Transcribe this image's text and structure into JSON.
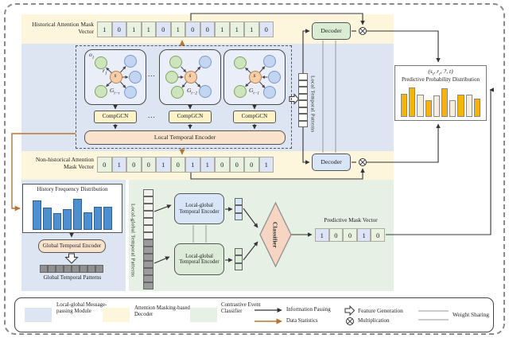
{
  "colors": {
    "region_blue": "#dde5f2",
    "region_yellow": "#fdf5dc",
    "region_green": "#e7f0e5",
    "cell_green": "#e9f1e1",
    "cell_blue": "#dce4f5",
    "node_green": "#cde4bc",
    "node_blue": "#c3d5f1",
    "node_subject": "#f6cfa9",
    "compgcn_fill": "#fdf3c9",
    "encoder_peach": "#fae3cd",
    "decoder_green": "#daecd3",
    "decoder_blue": "#d7e5f6",
    "classifier_fill": "#f7d5c3",
    "bar_blue": "#4e8fd0",
    "bar_orange": "#f6b40a",
    "bar_cream": "#f5eedc",
    "arrow_black": "#333333",
    "arrow_orange": "#b5762f",
    "weight_line": "#999999"
  },
  "historical_mask": {
    "label": "Historical Attention Mask Vector",
    "values": [
      1,
      0,
      1,
      1,
      0,
      1,
      0,
      0,
      1,
      1,
      1,
      0
    ],
    "one_class": "cg",
    "zero_class": "cb"
  },
  "non_historical_mask": {
    "label": "Non-historical Attention Mask Vector",
    "values": [
      0,
      1,
      0,
      0,
      1,
      0,
      1,
      1,
      0,
      0,
      0,
      1
    ],
    "one_class": "cb",
    "zero_class": "cg"
  },
  "predictive_mask": {
    "label": "Predictive Mask Vector",
    "values": [
      1,
      0,
      0,
      1,
      0
    ],
    "one_class": "cb",
    "zero_class": "cg"
  },
  "modules": {
    "decoder_top": "Decoder",
    "decoder_bottom": "Decoder",
    "compgcn": "CompGCN",
    "local_temporal_encoder": "Local Temporal Encoder",
    "local_temporal_patterns": "Local Temporal Patterns",
    "global_temporal_encoder": "Global Temporal Encoder",
    "global_temporal_patterns": "Global Temporal Patterns",
    "local_global_temporal_patterns": "Local-global Temporal Patterns",
    "local_global_temporal_encoder": "Local-global Temporal Encoder",
    "classifier": "Classifier"
  },
  "graphs": {
    "subject": "s",
    "object": "o",
    "object_sub": "1",
    "relation": "r",
    "relation_sub": "1",
    "graph_symbol": "G",
    "cards": [
      {
        "sub": "t−τ"
      },
      {
        "sub": "t−2"
      },
      {
        "sub": "t−1"
      }
    ],
    "ellipsis": "..."
  },
  "ppd": {
    "tuple": [
      "(s",
      "t",
      ", r",
      "t",
      ", ?, t)"
    ],
    "title": "Predictive Probability Distribution"
  },
  "hfd": {
    "title": "History Frequency Distribution"
  },
  "chart_data": [
    {
      "type": "bar",
      "title": "Predictive Probability Distribution",
      "values": [
        0.75,
        0.95,
        0.72,
        0.55,
        0.68,
        0.93,
        0.55,
        0.72,
        0.72,
        0.6
      ],
      "bar_colors": [
        "orange",
        "orange",
        "cream",
        "orange",
        "cream",
        "orange",
        "cream",
        "orange",
        "cream",
        "orange"
      ],
      "ylim": [
        0,
        1
      ],
      "xlabel": "",
      "ylabel": ""
    },
    {
      "type": "bar",
      "title": "History Frequency Distribution",
      "values": [
        0.92,
        0.7,
        0.52,
        0.65,
        0.97,
        0.55,
        0.72,
        0.72
      ],
      "bar_colors": [
        "blue",
        "blue",
        "blue",
        "blue",
        "blue",
        "blue",
        "blue",
        "blue"
      ],
      "ylim": [
        0,
        1
      ],
      "xlabel": "",
      "ylabel": ""
    }
  ],
  "stacks": {
    "local_temporal": [
      {
        "count": 8,
        "cls": "sc-white"
      }
    ],
    "global": [
      {
        "count": 8,
        "cls": "sc-gray"
      }
    ],
    "local_global": [
      {
        "count": 7,
        "cls": "sc-light"
      },
      {
        "count": 7,
        "cls": "sc-dark"
      }
    ],
    "enc_out_top": [
      {
        "count": 3,
        "cls": "sc-blue"
      }
    ],
    "enc_out_bottom": [
      {
        "count": 3,
        "cls": "sc-green"
      }
    ]
  },
  "legend": {
    "modules": [
      {
        "swatch": "blue",
        "label": "Local-global Message-passing Module"
      },
      {
        "swatch": "yellow",
        "label": "Attention Masking-based Decoder"
      },
      {
        "swatch": "green",
        "label": "Contrastive Event Classifier"
      }
    ],
    "information_passing": "Information Passing",
    "data_statistics": "Data Statistics",
    "feature_generation": "Feature Generation",
    "multiplication": "Multiplication",
    "weight_sharing": "Weight Sharing"
  }
}
